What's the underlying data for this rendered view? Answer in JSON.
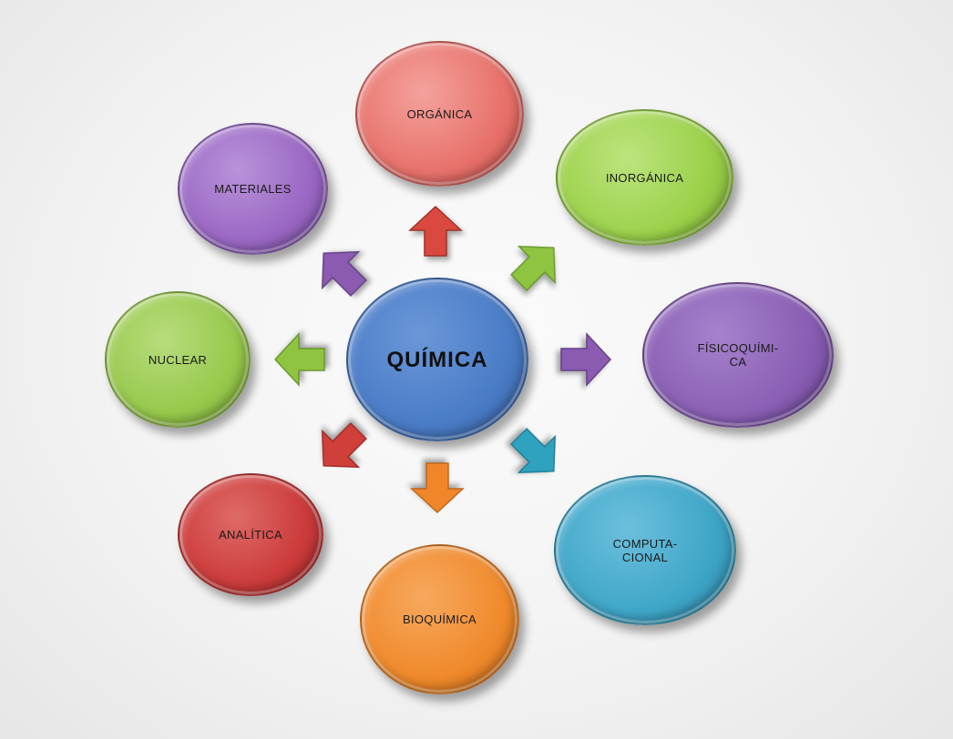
{
  "center": {
    "label": "QUÍMICA",
    "color": "#4a7cc7"
  },
  "branches": [
    {
      "id": "organica",
      "label": "ORGÁNICA",
      "color": "#e8716b"
    },
    {
      "id": "inorganica",
      "label": "INORGÁNICA",
      "color": "#9bd14a"
    },
    {
      "id": "fisicoquimica",
      "label": "FÍSICOQUÍMI-\nCA",
      "color": "#8a5fb5"
    },
    {
      "id": "computacional",
      "label": "COMPUTA-\nCIONAL",
      "color": "#3fa6c8"
    },
    {
      "id": "bioquimica",
      "label": "BIOQUÍMICA",
      "color": "#f08a2c"
    },
    {
      "id": "analitica",
      "label": "ANALÍTICA",
      "color": "#cc3b3b"
    },
    {
      "id": "nuclear",
      "label": "NUCLEAR",
      "color": "#98c94c"
    },
    {
      "id": "materiales",
      "label": "MATERIALES",
      "color": "#9a68c4"
    }
  ],
  "arrows": [
    {
      "direction": "up",
      "color": "#d9493f"
    },
    {
      "direction": "up-right",
      "color": "#8fc440"
    },
    {
      "direction": "right",
      "color": "#8a5bb0"
    },
    {
      "direction": "down-right",
      "color": "#2fa2c0"
    },
    {
      "direction": "down",
      "color": "#f0862a"
    },
    {
      "direction": "down-left",
      "color": "#d13f3a"
    },
    {
      "direction": "left",
      "color": "#8fc440"
    },
    {
      "direction": "up-left",
      "color": "#8a5bb0"
    }
  ]
}
